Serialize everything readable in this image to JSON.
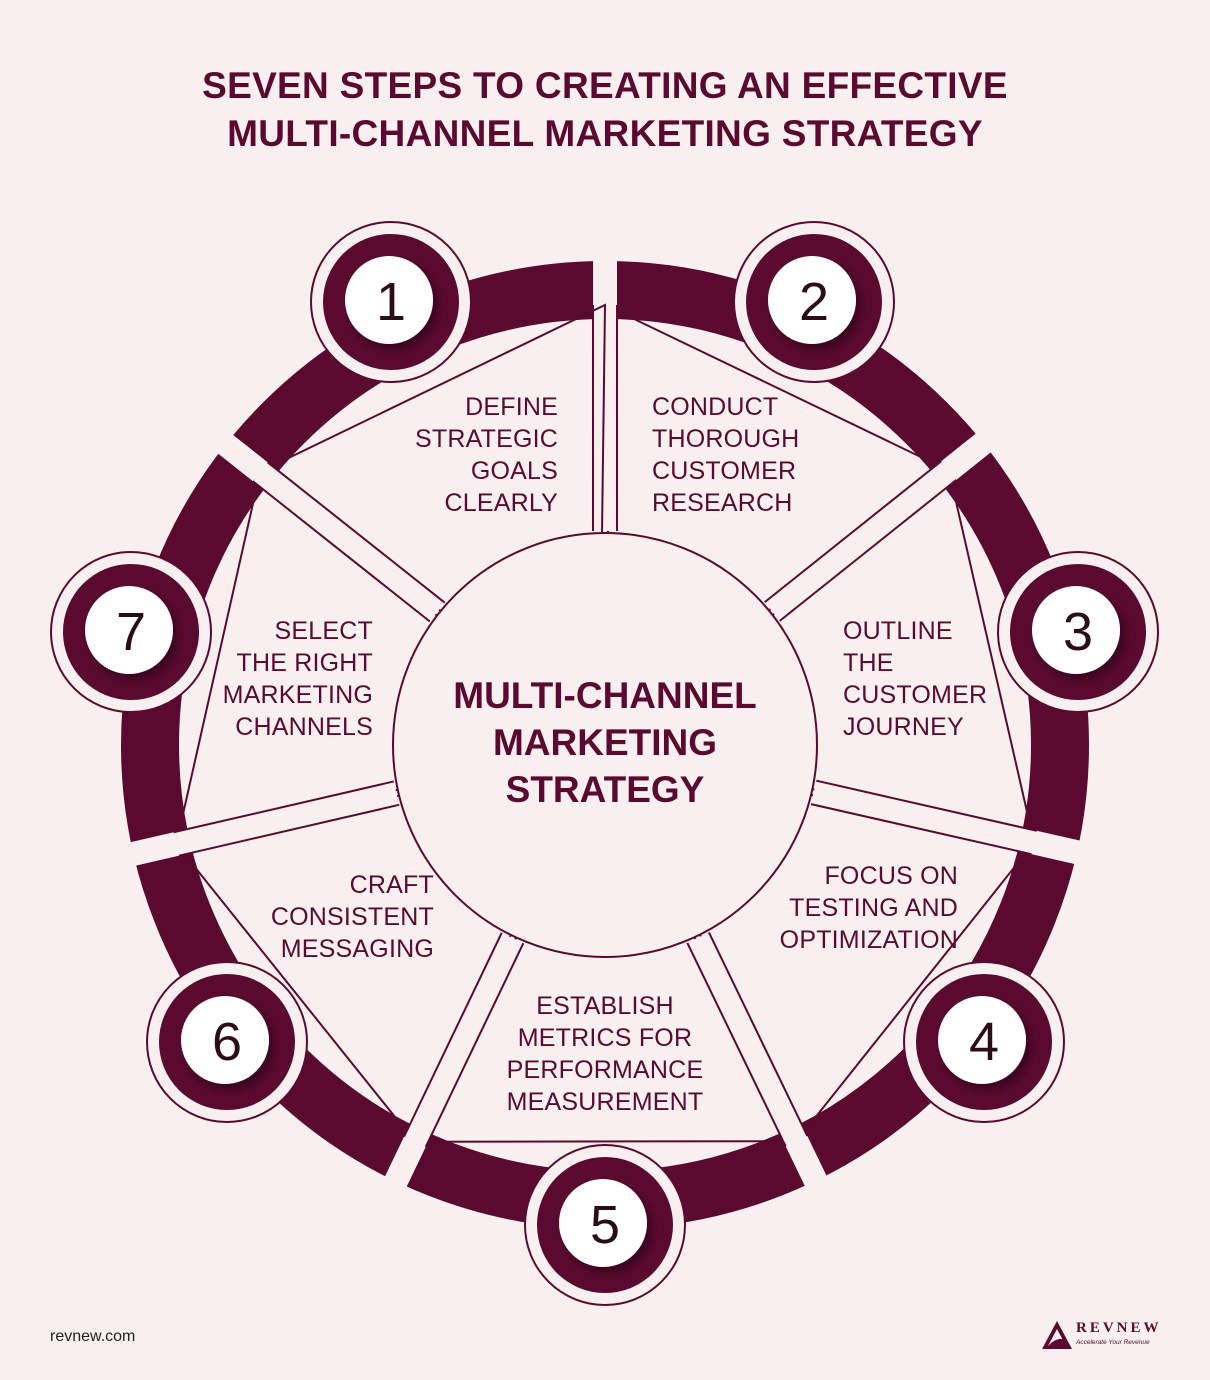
{
  "title": {
    "line1": "SEVEN STEPS TO CREATING AN EFFECTIVE",
    "line2": "MULTI-CHANNEL MARKETING STRATEGY"
  },
  "center": {
    "line1": "MULTI-CHANNEL",
    "line2": "MARKETING",
    "line3": "STRATEGY"
  },
  "steps": [
    {
      "number": "1",
      "lines": [
        "DEFINE",
        "STRATEGIC",
        "GOALS",
        "CLEARLY"
      ]
    },
    {
      "number": "2",
      "lines": [
        "CONDUCT",
        "THOROUGH",
        "CUSTOMER",
        "RESEARCH"
      ]
    },
    {
      "number": "3",
      "lines": [
        "OUTLINE",
        "THE",
        "CUSTOMER",
        "JOURNEY"
      ]
    },
    {
      "number": "4",
      "lines": [
        "FOCUS ON",
        "TESTING AND",
        "OPTIMIZATION"
      ]
    },
    {
      "number": "5",
      "lines": [
        "ESTABLISH",
        "METRICS FOR",
        "PERFORMANCE",
        "MEASUREMENT"
      ]
    },
    {
      "number": "6",
      "lines": [
        "CRAFT",
        "CONSISTENT",
        "MESSAGING"
      ]
    },
    {
      "number": "7",
      "lines": [
        "SELECT",
        "THE RIGHT",
        "MARKETING",
        "CHANNELS"
      ]
    }
  ],
  "footer": {
    "url": "revnew.com",
    "brand": "REVNEW",
    "tagline": "Accelerate Your Revenue"
  },
  "colors": {
    "background": "#f7eff0",
    "accent": "#5a0a2e",
    "badge_face": "#ffffff"
  }
}
